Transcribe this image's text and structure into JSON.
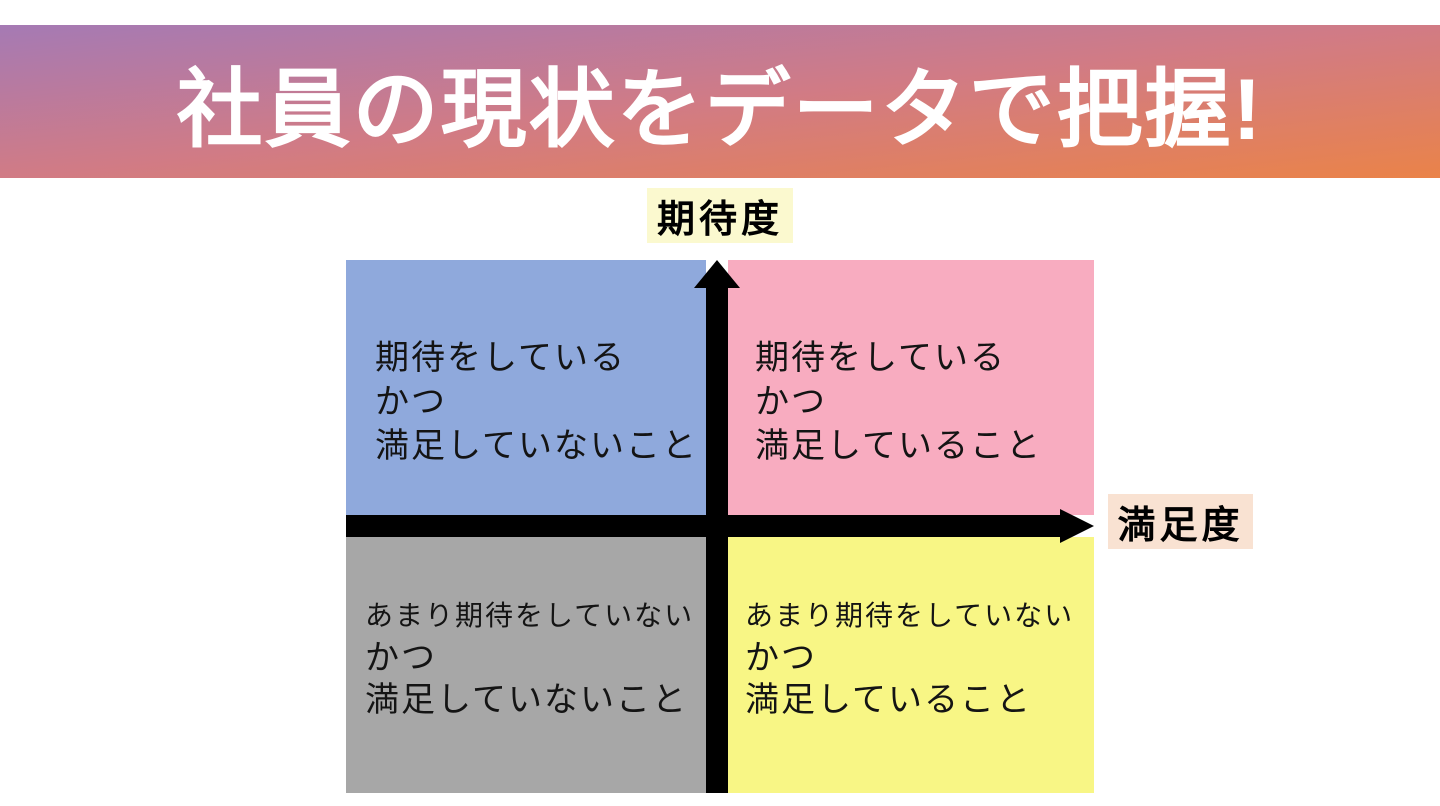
{
  "header": {
    "title": "社員の現状をデータで把握!"
  },
  "axis_labels": {
    "y": "期待度",
    "x": "満足度"
  },
  "quadrants": {
    "top_left": {
      "lines": [
        "期待をしている",
        "かつ",
        "満足していないこと"
      ],
      "color": "#8FA9DC"
    },
    "top_right": {
      "lines": [
        "期待をしている",
        "かつ",
        "満足していること"
      ],
      "color": "#F8ACC0"
    },
    "bottom_left": {
      "lines": [
        "あまり期待をしていない",
        "かつ",
        "満足していないこと"
      ],
      "color": "#A7A7A7"
    },
    "bottom_right": {
      "lines": [
        "あまり期待をしていない",
        "かつ",
        "満足していること"
      ],
      "color": "#F8F685"
    }
  },
  "colors": {
    "banner_gradient_start": "#A57AB4",
    "banner_gradient_mid": "#D17B85",
    "banner_gradient_end": "#EA8349",
    "title_text": "#FFFFFF",
    "y_label_bg": "#FBF9CF",
    "x_label_bg": "#F9E2D2",
    "axis": "#000000",
    "quadrant_text": "#141414"
  }
}
